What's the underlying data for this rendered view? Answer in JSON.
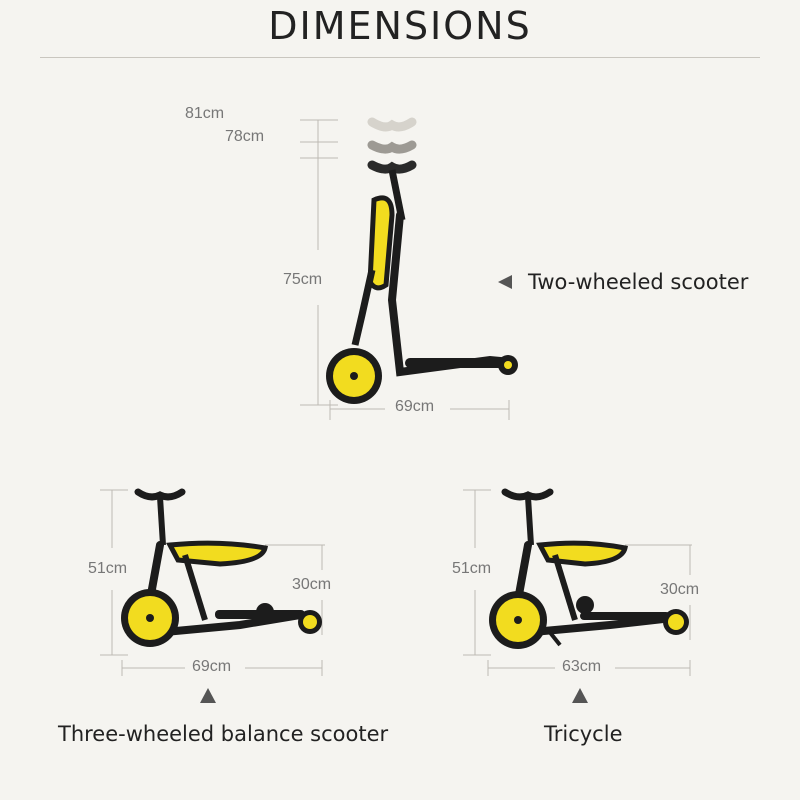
{
  "title": "DIMENSIONS",
  "top_view": {
    "dim_81": "81cm",
    "dim_78": "78cm",
    "dim_75": "75cm",
    "dim_69": "69cm",
    "mode_label": "Two-wheeled scooter"
  },
  "left_view": {
    "dim_51": "51cm",
    "dim_30": "30cm",
    "dim_69": "69cm",
    "mode_label": "Three-wheeled balance scooter"
  },
  "right_view": {
    "dim_51": "51cm",
    "dim_30": "30cm",
    "dim_63": "63cm",
    "mode_label": "Tricycle"
  },
  "colors": {
    "accent": "#f2dc1f",
    "frame": "#1c1c1c",
    "dim_line": "#bdbab3"
  }
}
